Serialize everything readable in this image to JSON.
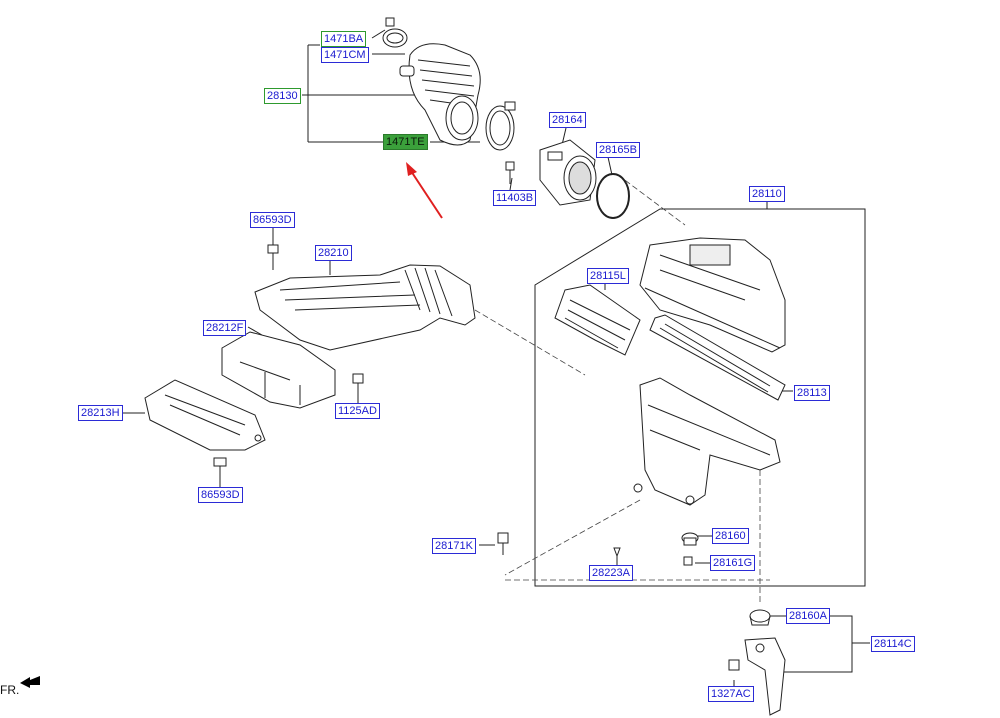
{
  "labels": {
    "l1471BA": "1471BA",
    "l1471CM": "1471CM",
    "l28130": "28130",
    "l1471TE": "1471TE",
    "l28164": "28164",
    "l28165B": "28165B",
    "l11403B": "11403B",
    "l28110": "28110",
    "l86593D_top": "86593D",
    "l28210": "28210",
    "l28115L": "28115L",
    "l28212F": "28212F",
    "l28113": "28113",
    "l1125AD": "1125AD",
    "l28213H": "28213H",
    "l86593D_bot": "86593D",
    "l28160": "28160",
    "l28171K": "28171K",
    "l28161G": "28161G",
    "l28223A": "28223A",
    "l28160A": "28160A",
    "l28114C": "28114C",
    "l1327AC": "1327AC"
  },
  "front_marker": "FR.",
  "colors": {
    "label_border": "#2b2bd6",
    "label_text": "#1a1ad0",
    "group_label_border": "#2e9a2e",
    "highlight_fill": "#3ba03b",
    "arrow": "#e02020"
  }
}
